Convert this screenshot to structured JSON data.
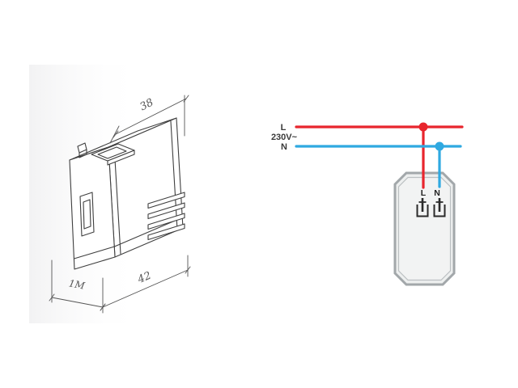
{
  "page": {
    "background": "#ffffff"
  },
  "product_drawing": {
    "type": "isometric technical drawing of 1-module USB socket",
    "dimension_top": "38",
    "dimension_bottom": "42",
    "dimension_module": "1M",
    "line_color": "#3f3f3f",
    "dim_color": "#555555"
  },
  "wiring_diagram": {
    "line_label": "L",
    "voltage_label": "230V~",
    "neutral_label": "N",
    "device_terminal_l": "L",
    "device_terminal_n": "N",
    "colors": {
      "live": "#e8252d",
      "neutral": "#2fa9e1",
      "device_outline": "#a2a7aa",
      "device_fill": "#edefef",
      "label": "#3a3a3a",
      "terminal": "#222222"
    }
  }
}
